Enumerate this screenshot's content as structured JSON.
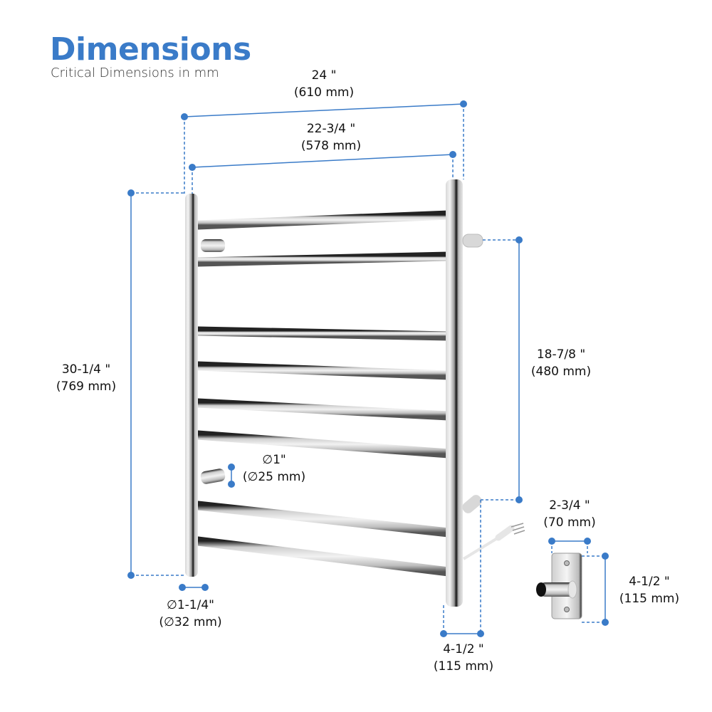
{
  "header": {
    "title": "Dimensions",
    "subtitle": "Critical Dimensions in mm"
  },
  "colors": {
    "accent": "#3a7bc8",
    "dimension_line": "#3a7bc8",
    "text": "#111111",
    "chrome_light": "#e6e6e6",
    "chrome_dark": "#111111"
  },
  "dimensions": {
    "overall_width": {
      "imperial": "24 \"",
      "metric": "(610 mm)"
    },
    "inner_width": {
      "imperial": "22-3/4 \"",
      "metric": "(578 mm)"
    },
    "overall_height": {
      "imperial": "30-1/4 \"",
      "metric": "(769 mm)"
    },
    "mount_spacing": {
      "imperial": "18-7/8 \"",
      "metric": "(480 mm)"
    },
    "bar_diameter": {
      "imperial": "∅1\"",
      "metric": "(∅25 mm)"
    },
    "post_diameter": {
      "imperial": "∅1-1/4\"",
      "metric": "(∅32 mm)"
    },
    "wall_depth": {
      "imperial": "4-1/2 \"",
      "metric": "(115 mm)"
    },
    "bracket_width": {
      "imperial": "2-3/4 \"",
      "metric": "(70 mm)"
    },
    "bracket_height": {
      "imperial": "4-1/2 \"",
      "metric": "(115 mm)"
    }
  },
  "product": {
    "bar_count": 8,
    "components": [
      "left-post",
      "right-post",
      "horizontal-bars",
      "wall-mounts",
      "power-plug",
      "wall-bracket"
    ]
  }
}
